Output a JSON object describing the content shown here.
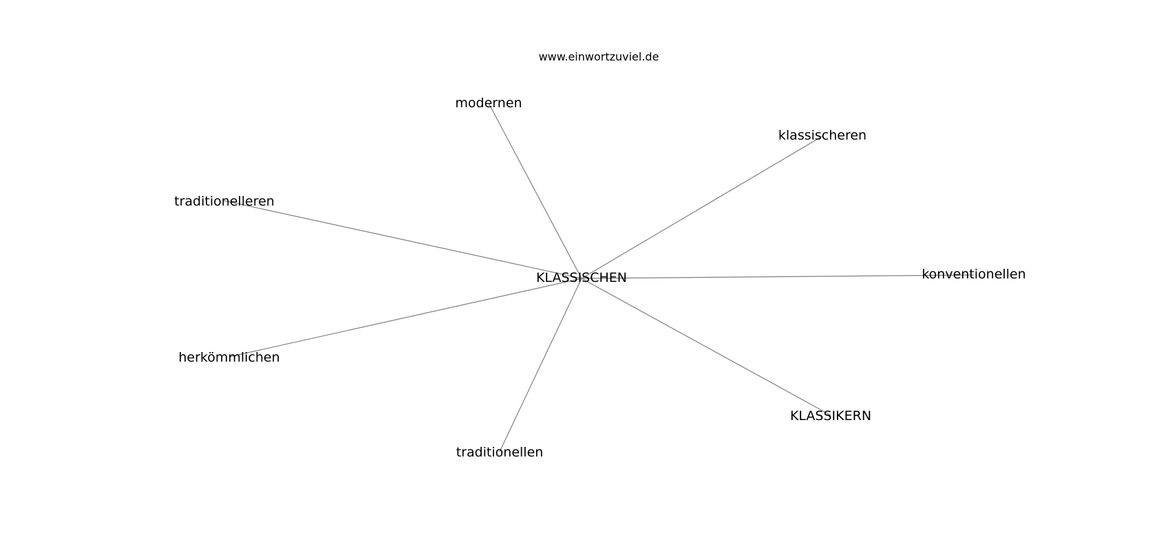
{
  "watermark": "www.einwortzuviel.de",
  "center": {
    "id": "center",
    "label": "KLASSISCHEN"
  },
  "neighbors": [
    {
      "id": "modernen",
      "label": "modernen"
    },
    {
      "id": "klassischeren",
      "label": "klassischeren"
    },
    {
      "id": "traditionelleren",
      "label": "traditionelleren"
    },
    {
      "id": "konventionellen",
      "label": "konventionellen"
    },
    {
      "id": "herkoemmlichen",
      "label": "herkömmlichen"
    },
    {
      "id": "klassikern",
      "label": "KLASSIKERN"
    },
    {
      "id": "traditionellen",
      "label": "traditionellen"
    }
  ],
  "colors": {
    "edge": "#7f7f7f",
    "text": "#000000",
    "background": "#ffffff"
  }
}
